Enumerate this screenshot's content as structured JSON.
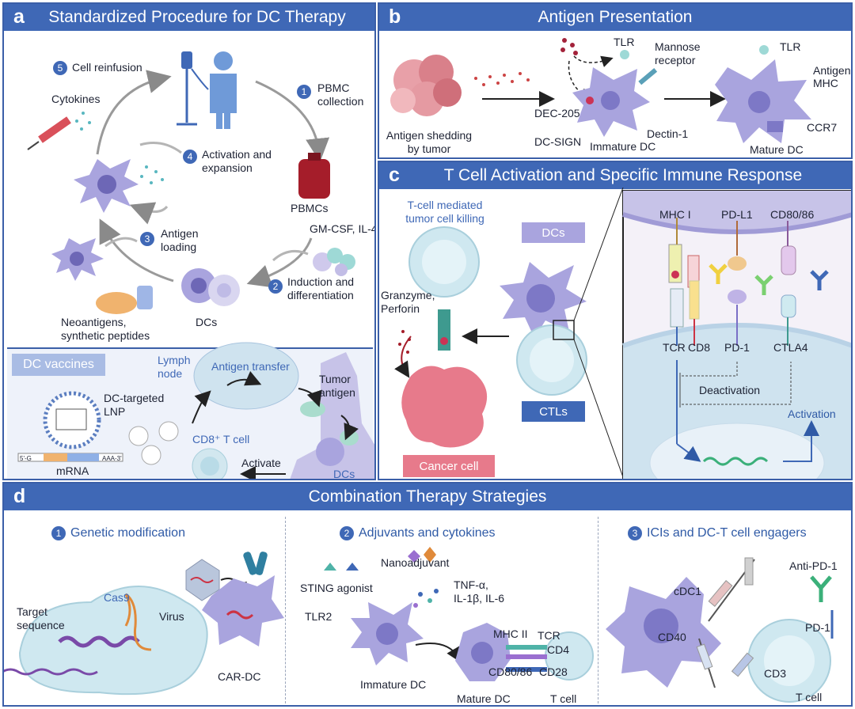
{
  "colors": {
    "bar": "#3f68b6",
    "border": "#3b5fa8",
    "cell": "#8d87cf",
    "cancer": "#e77a8b",
    "tcell": "#bfe0ea"
  },
  "panel_a": {
    "letter": "a",
    "title": "Standardized Procedure for DC Therapy",
    "steps": [
      {
        "n": "1",
        "text": [
          "PBMC",
          "collection"
        ]
      },
      {
        "n": "2",
        "text": [
          "Induction and",
          "differentiation"
        ]
      },
      {
        "n": "3",
        "text": [
          "Antigen",
          "loading"
        ]
      },
      {
        "n": "4",
        "text": [
          "Activation and",
          "expansion"
        ]
      },
      {
        "n": "5",
        "text": [
          "Cell reinfusion"
        ]
      }
    ],
    "labels": {
      "cytokines": "Cytokines",
      "pbmcs": "PBMCs",
      "gmcsf": "GM-CSF, IL-4",
      "dcs": "DCs",
      "neo1": "Neoantigens,",
      "neo2": "synthetic peptides"
    }
  },
  "vaccines": {
    "title": "DC vaccines",
    "lnp": [
      "DC-targeted",
      "LNP"
    ],
    "mrna": "mRNA",
    "five": "5'-G",
    "three": "AAA-3'",
    "lymph": [
      "Lymph",
      "node"
    ],
    "transfer": "Antigen transfer",
    "tumor": [
      "Tumor",
      "antigen"
    ],
    "cd8": "CD8⁺ T cell",
    "activate": "Activate",
    "dcs": "DCs"
  },
  "panel_b": {
    "letter": "b",
    "title": "Antigen Presentation",
    "labels": {
      "shed1": "Antigen shedding",
      "shed2": "by tumor",
      "dec205": "DEC-205",
      "dcsign": "DC-SIGN",
      "tlr1": "TLR",
      "mannose1": "Mannose",
      "mannose2": "receptor",
      "dectin": "Dectin-1",
      "immature": "Immature DC",
      "tlr2": "TLR",
      "antigen": "Antigen",
      "mhc": "MHC",
      "ccr7": "CCR7",
      "mature": "Mature DC"
    }
  },
  "panel_c": {
    "letter": "c",
    "title": "T Cell Activation and Specific Immune Response",
    "killing": [
      "T-cell mediated",
      "tumor cell killing"
    ],
    "granzyme": [
      "Granzyme,",
      "Perforin"
    ],
    "dcs": "DCs",
    "ctls": "CTLs",
    "cancer": "Cancer cell",
    "zoom": {
      "mhc1": "MHC I",
      "pdl1": "PD-L1",
      "cd8086": "CD80/86",
      "tcr": "TCR",
      "cd8": "CD8",
      "pd1": "PD-1",
      "ctla4": "CTLA4",
      "deactivation": "Deactivation",
      "activation": "Activation"
    }
  },
  "panel_d": {
    "letter": "d",
    "title": "Combination Therapy Strategies",
    "sec1": {
      "n": "1",
      "title": "Genetic modification",
      "cas9": "Cas9",
      "target": [
        "Target",
        "sequence"
      ],
      "virus": "Virus",
      "cardc": "CAR-DC"
    },
    "sec2": {
      "n": "2",
      "title": "Adjuvants and cytokines",
      "nano": "Nanoadjuvant",
      "sting": "STING agonist",
      "tnf": [
        "TNF-α,",
        "IL-1β, IL-6"
      ],
      "tlr2": "TLR2",
      "mhc2": "MHC II",
      "tcr": "TCR",
      "cd4": "CD4",
      "cd8086": "CD80/86",
      "cd28": "CD28",
      "immature": "Immature DC",
      "mature": "Mature DC",
      "tcell": "T cell"
    },
    "sec3": {
      "n": "3",
      "title": "ICIs and DC-T cell engagers",
      "antipd1": "Anti-PD-1",
      "cdc1": "cDC1",
      "cd40": "CD40",
      "pd1": "PD-1",
      "cd3": "CD3",
      "tcell": "T cell"
    }
  }
}
